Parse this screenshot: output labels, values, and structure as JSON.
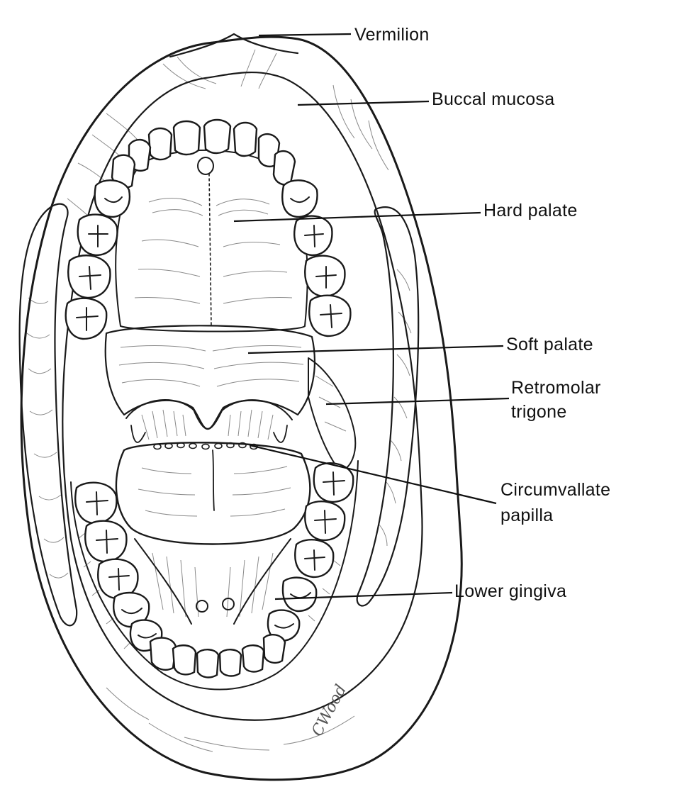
{
  "diagram": {
    "labels": {
      "vermilion": "Vermilion",
      "buccal_mucosa": "Buccal mucosa",
      "hard_palate": "Hard palate",
      "soft_palate": "Soft palate",
      "retromolar_trigone_line1": "Retromolar",
      "retromolar_trigone_line2": "trigone",
      "circumvallate_papilla_line1": "Circumvallate",
      "circumvallate_papilla_line2": "papilla",
      "lower_gingiva": "Lower gingiva"
    },
    "artist_signature": "CWood",
    "colors": {
      "ink": "#1a1a1a",
      "background": "#ffffff"
    }
  }
}
